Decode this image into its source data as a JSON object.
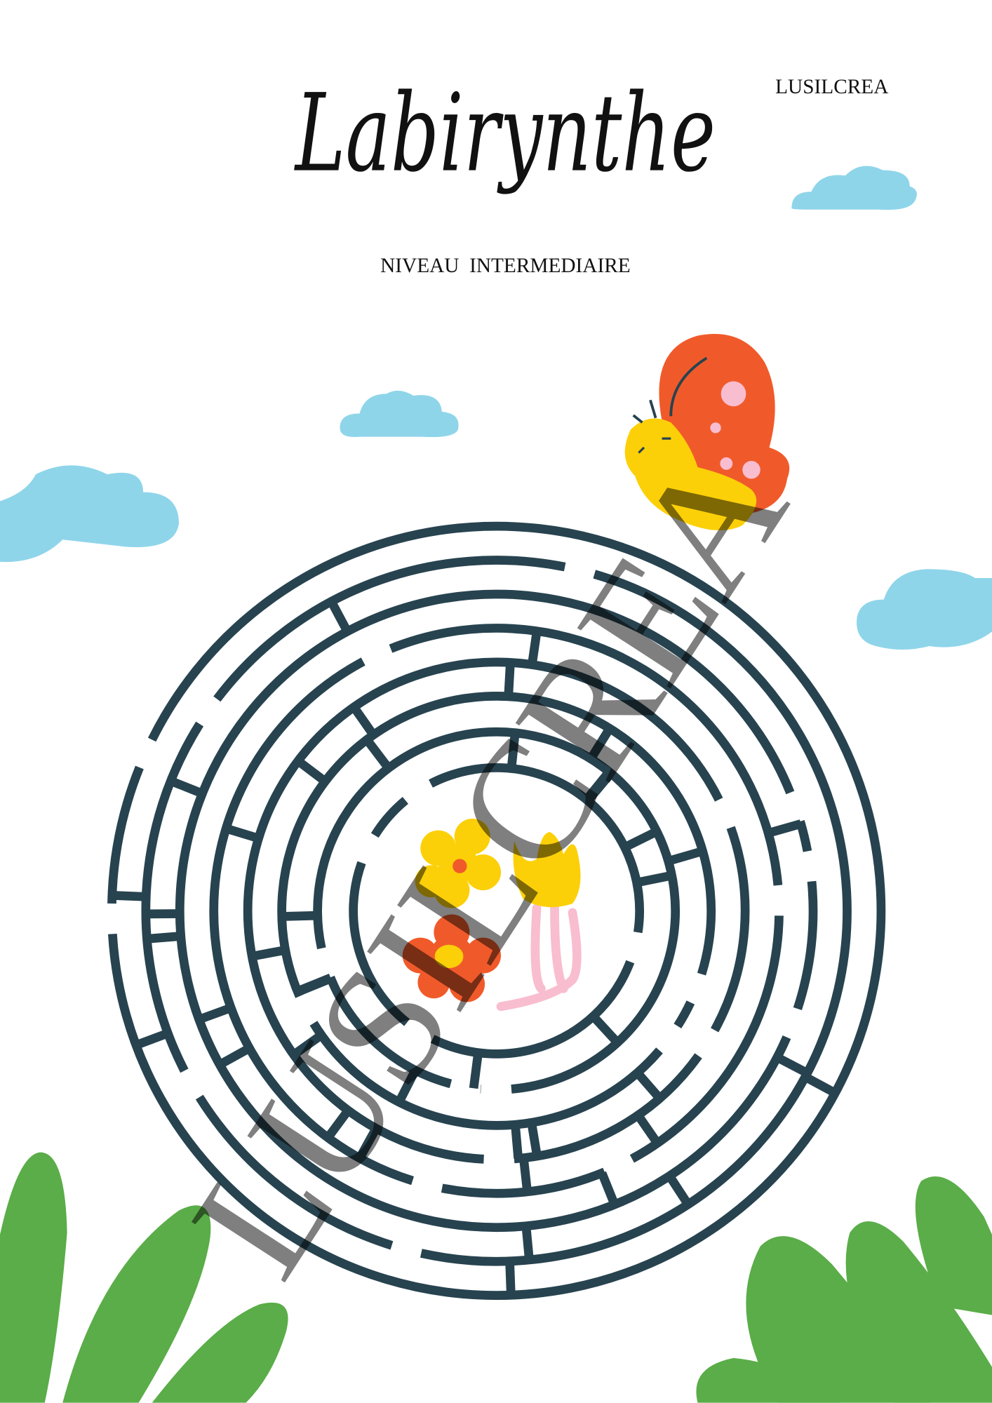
{
  "header": {
    "title": "Labirynthe",
    "brand": "LUSILCREA",
    "level": "NIVEAU  INTERMEDIAIRE"
  },
  "watermark": "LUSILCREA",
  "colors": {
    "maze": "#27434f",
    "cloud": "#8fd5ea",
    "leaf": "#5aad48",
    "orange": "#f05a2a",
    "yellow": "#fcd008",
    "pink": "#f9bdd0"
  }
}
